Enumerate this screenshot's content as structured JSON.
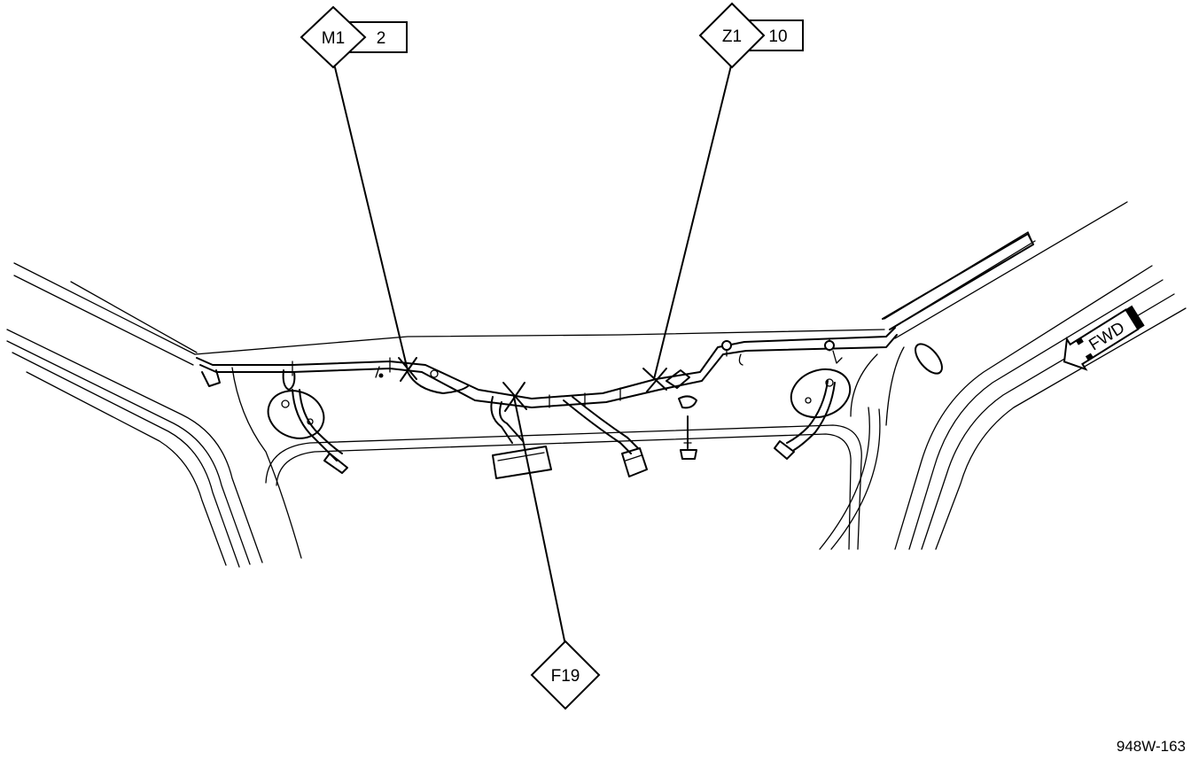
{
  "callouts": {
    "m1": {
      "code": "M1",
      "ref": "2"
    },
    "z1": {
      "code": "Z1",
      "ref": "10"
    },
    "f19": {
      "code": "F19"
    }
  },
  "direction_arrow": {
    "label": "FWD"
  },
  "figure_id": "948W-163"
}
